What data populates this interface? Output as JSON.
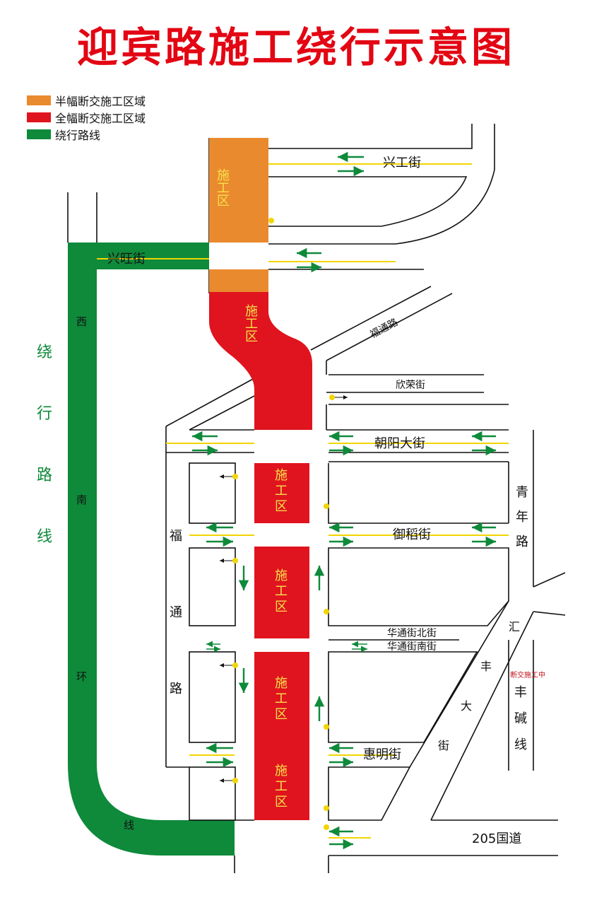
{
  "title": "迎宾路施工绕行示意图",
  "legend": [
    {
      "label": "半幅断交施工区域",
      "color": "#ea8a2e"
    },
    {
      "label": "全幅断交施工区域",
      "color": "#e0141e"
    },
    {
      "label": "绕行路线",
      "color": "#0e8a3a"
    }
  ],
  "colors": {
    "orange": "#ea8a2e",
    "red": "#e0141e",
    "green": "#0e8a3a",
    "yellow_line": "#f2d500",
    "zone_text": "#f5e14a",
    "road_line": "#111111"
  },
  "streets": {
    "xinggong": "兴工街",
    "xingwang": "兴旺街",
    "futong_road_ne": "福通路",
    "xinrong": "欣荣街",
    "chaoyang": "朝阳大街",
    "yudao": "御稻街",
    "huatong_north": "华通街北街",
    "huatong_south": "华通街南街",
    "huiming": "惠明街",
    "national_205": "205国道",
    "qingnian": [
      "青",
      "年",
      "路"
    ],
    "futong_road_w": [
      "福",
      "通",
      "路"
    ],
    "huifeng_street": [
      "汇",
      "丰",
      "大",
      "街"
    ],
    "fengjian_line": [
      "丰",
      "碱",
      "线"
    ],
    "xinan_huan": [
      "西",
      "南",
      "环",
      "线"
    ],
    "detour_vertical": [
      "绕",
      "行",
      "路",
      "线"
    ]
  },
  "zones": {
    "zone_label": [
      "施",
      "工",
      "区"
    ]
  },
  "notes": {
    "closed_construction": "断交施工中"
  }
}
